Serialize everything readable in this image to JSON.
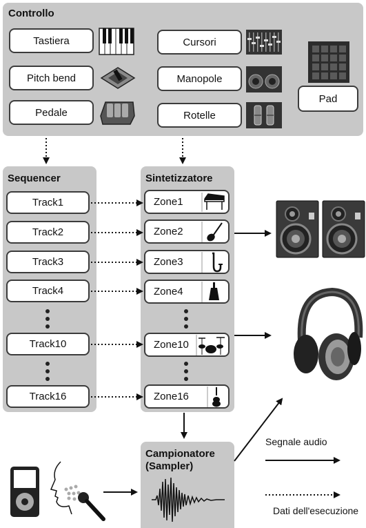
{
  "controllo": {
    "title": "Controllo",
    "tastiera": "Tastiera",
    "pitch_bend": "Pitch bend",
    "pedale": "Pedale",
    "cursori": "Cursori",
    "manopole": "Manopole",
    "rotelle": "Rotelle",
    "pad": "Pad"
  },
  "sequencer": {
    "title": "Sequencer",
    "tracks": [
      "Track1",
      "Track2",
      "Track3",
      "Track4",
      "Track10",
      "Track16"
    ]
  },
  "sintetizzatore": {
    "title": "Sintetizzatore",
    "zones": [
      "Zone1",
      "Zone2",
      "Zone3",
      "Zone4",
      "Zone10",
      "Zone16"
    ]
  },
  "campionatore": {
    "title_line1": "Campionatore",
    "title_line2": "(Sampler)"
  },
  "legend": {
    "audio": "Segnale audio",
    "performance": "Dati dell'esecuzione"
  },
  "icons": [
    "keyboard-icon",
    "pitch-bend-icon",
    "pedal-icon",
    "faders-icon",
    "knobs-icon",
    "wheels-icon",
    "pad-grid-icon",
    "piano-icon",
    "guitar-icon",
    "saxophone-icon",
    "bell-icon",
    "drums-icon",
    "violin-icon",
    "speaker-icon",
    "headphones-icon",
    "music-player-icon",
    "voice-icon",
    "microphone-icon",
    "waveform-icon"
  ],
  "colors": {
    "panel": "#c8c8c8",
    "border": "#3b3b3b",
    "arrow": "#111111"
  }
}
